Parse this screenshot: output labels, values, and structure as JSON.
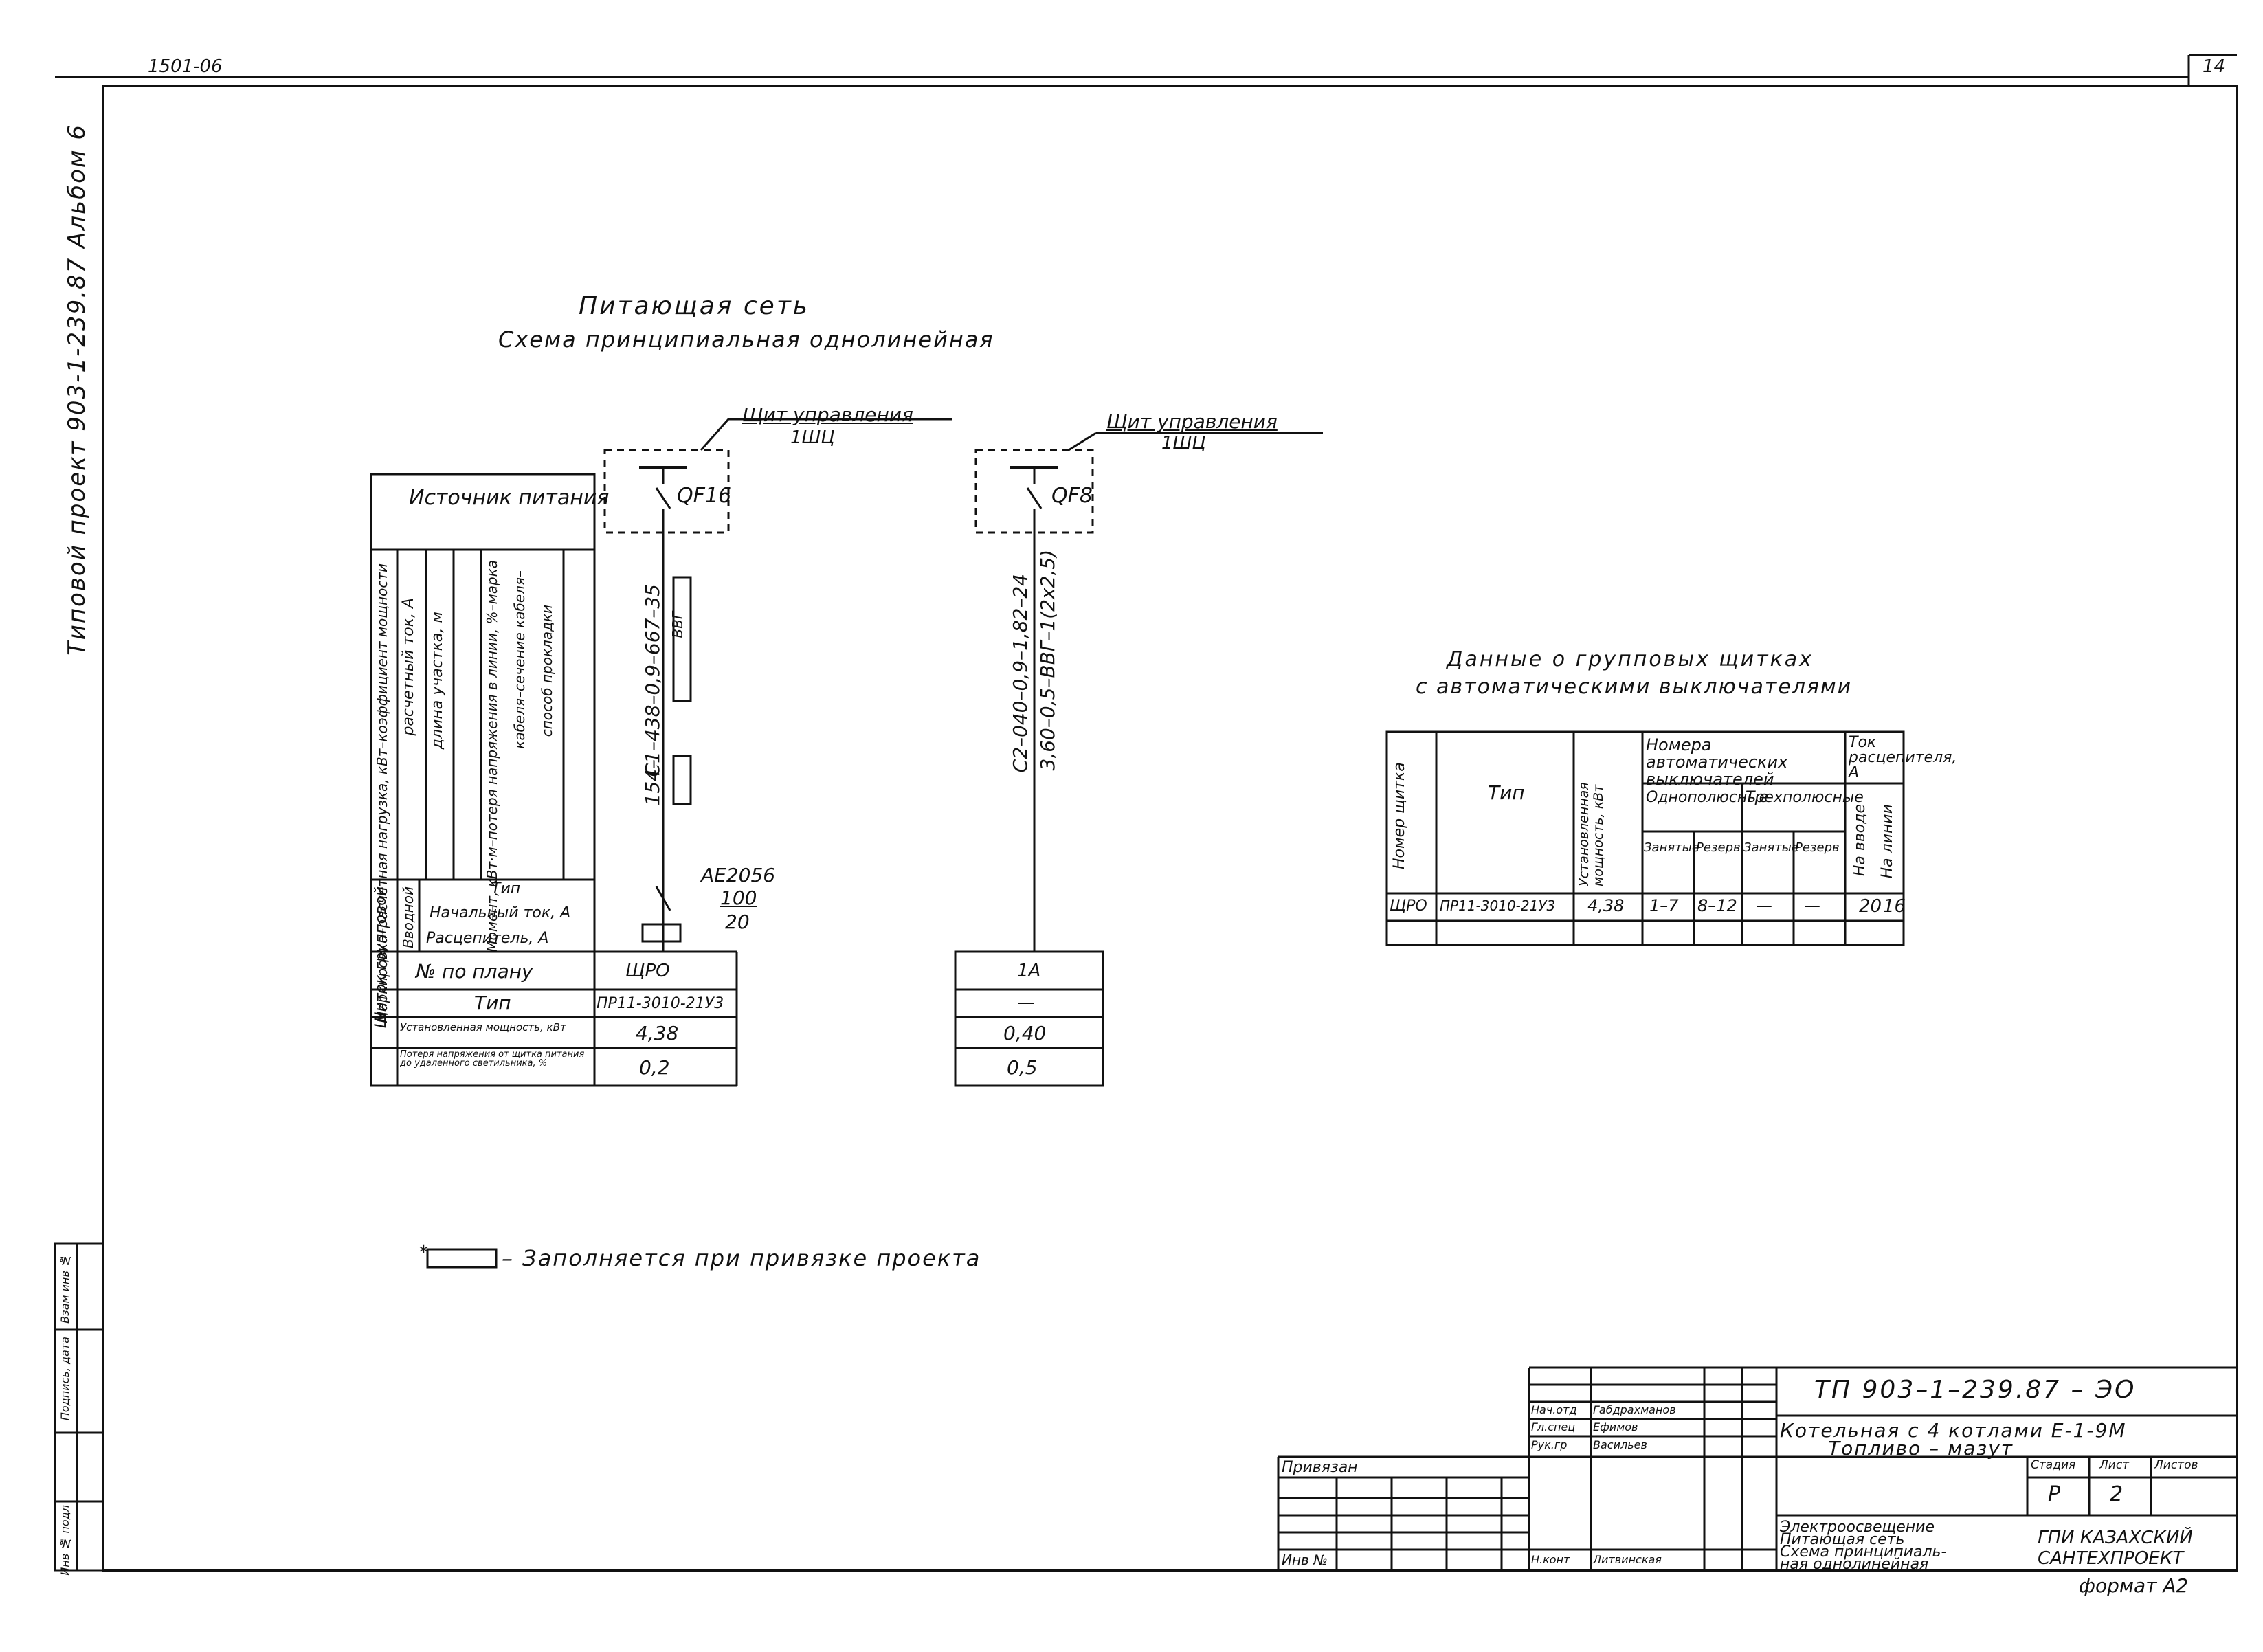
{
  "header": {
    "sheet_code": "1501-06",
    "page_number": "14"
  },
  "side_title": "Типовой проект 903-1-239.87 Альбом 6",
  "diagram": {
    "title_line1": "Питающая сеть",
    "title_line2": "Схема принципиальная однолинейная",
    "panel1_label": "Щит управления",
    "panel1_sub": "1ШЦ",
    "panel1_breaker": "QF16",
    "panel2_label": "Щит управления",
    "panel2_sub": "1ШЦ",
    "panel2_breaker": "QF8",
    "line1_cable": "С1–438–0,9–667–35",
    "line1_cable2": "154–",
    "line1_cable2_b": "ВВГ",
    "line2_cable": "С2–040–0,9–1,82–24",
    "line2_cable2": "3,60–0,5–ВВГ–1(2х2,5)",
    "line1_breaker_type": "АЕ2056",
    "line1_breaker_current": "100",
    "line1_breaker_setting": "20"
  },
  "source_table": {
    "source_label": "Источник питания",
    "vertical_headers": [
      "Маркировка–расчетная нагрузка, кВт–коэффициент мощности",
      "расчетный ток, А",
      "длина участка, м",
      "Момент, кВт·м–потеря напряжения в линии, %–марка",
      "кабеля–сечение кабеля–",
      "способ прокладки"
    ],
    "group_label": "Щиток групповой",
    "input_label": "Вводной",
    "breaker_rows": [
      "Тип",
      "Начальный ток, А",
      "Расцепитель, А"
    ],
    "rows": [
      {
        "label": "№ по плану",
        "col1": "ЩРО",
        "col2": "1А"
      },
      {
        "label": "Тип",
        "col1": "ПР11-3010-21У3",
        "col2": "—"
      },
      {
        "label": "Установленная мощность, кВт",
        "col1": "4,38",
        "col2": "0,40"
      },
      {
        "label": "Потеря напряжения от щитка питания до удаленного светильника, %",
        "col1": "0,2",
        "col2": "0,5"
      }
    ]
  },
  "panel_table": {
    "title_line1": "Данные о групповых щитках",
    "title_line2": "с автоматическими выключателями",
    "headers": {
      "number": "Номер щитка",
      "type": "Тип",
      "power": "Установленная мощность, кВт",
      "breakers": "Номера автоматических выключателей",
      "single": "Однополюсные",
      "triple": "Трехполюсные",
      "occupied": "Занятые",
      "reserve": "Резерв",
      "release": "Ток расцепителя, А",
      "input": "На вводе",
      "lines": "На линии"
    },
    "row": [
      "ЩРО",
      "ПР11-3010-21У3",
      "4,38",
      "1–7",
      "8–12",
      "—",
      "—",
      "20",
      "16"
    ]
  },
  "footnote": "– Заполняется при привязке проекта",
  "footnote_star": "*",
  "title_block": {
    "code": "ТП 903–1–239.87 – ЭО",
    "object_line1": "Котельная с 4 котлами Е-1-9М",
    "object_line2": "Топливо – мазут",
    "sheet_desc": [
      "Электроосвещение",
      "Питающая сеть",
      "Схема принципиаль-",
      "ная однолинейная"
    ],
    "org": [
      "ГПИ КАЗАХСКИЙ",
      "САНТЕХПРОЕКТ"
    ],
    "stage_label": "Стадия",
    "sheet_label": "Лист",
    "sheets_label": "Листов",
    "stage": "Р",
    "sheet": "2",
    "format": "формат А2",
    "bound_label": "Привязан",
    "inv_label": "Инв №",
    "staff": [
      {
        "role": "Нач.отд",
        "name": "Габдрахманов"
      },
      {
        "role": "Гл.спец",
        "name": "Ефимов"
      },
      {
        "role": "Рук.гр",
        "name": "Васильев"
      },
      {
        "role": "Н.конт",
        "name": "Литвинская"
      }
    ],
    "left_stamp": [
      "Инв № подл",
      "Подпись, дата",
      "Взам инв №"
    ]
  }
}
